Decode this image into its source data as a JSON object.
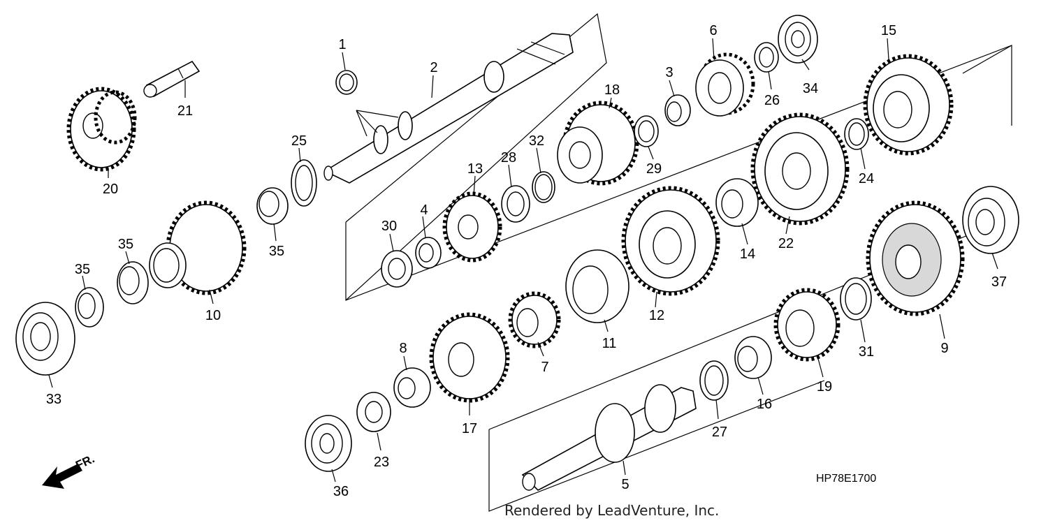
{
  "labels": {
    "p1": "1",
    "p2": "2",
    "p3": "3",
    "p4": "4",
    "p5": "5",
    "p6": "6",
    "p7": "7",
    "p8": "8",
    "p9": "9",
    "p10": "10",
    "p11": "11",
    "p12": "12",
    "p13": "13",
    "p14": "14",
    "p15": "15",
    "p16": "16",
    "p17": "17",
    "p18": "18",
    "p19": "19",
    "p20": "20",
    "p21": "21",
    "p22": "22",
    "p23": "23",
    "p24": "24",
    "p25": "25",
    "p26": "26",
    "p27": "27",
    "p28": "28",
    "p29": "29",
    "p30": "30",
    "p31": "31",
    "p32": "32",
    "p33": "33",
    "p34": "34",
    "p35a": "35",
    "p35b": "35",
    "p35c": "35",
    "p36": "36",
    "p37": "37"
  },
  "direction_label": "FR.",
  "diagram_code": "HP78E1700",
  "credit": "Rendered by LeadVenture, Inc."
}
